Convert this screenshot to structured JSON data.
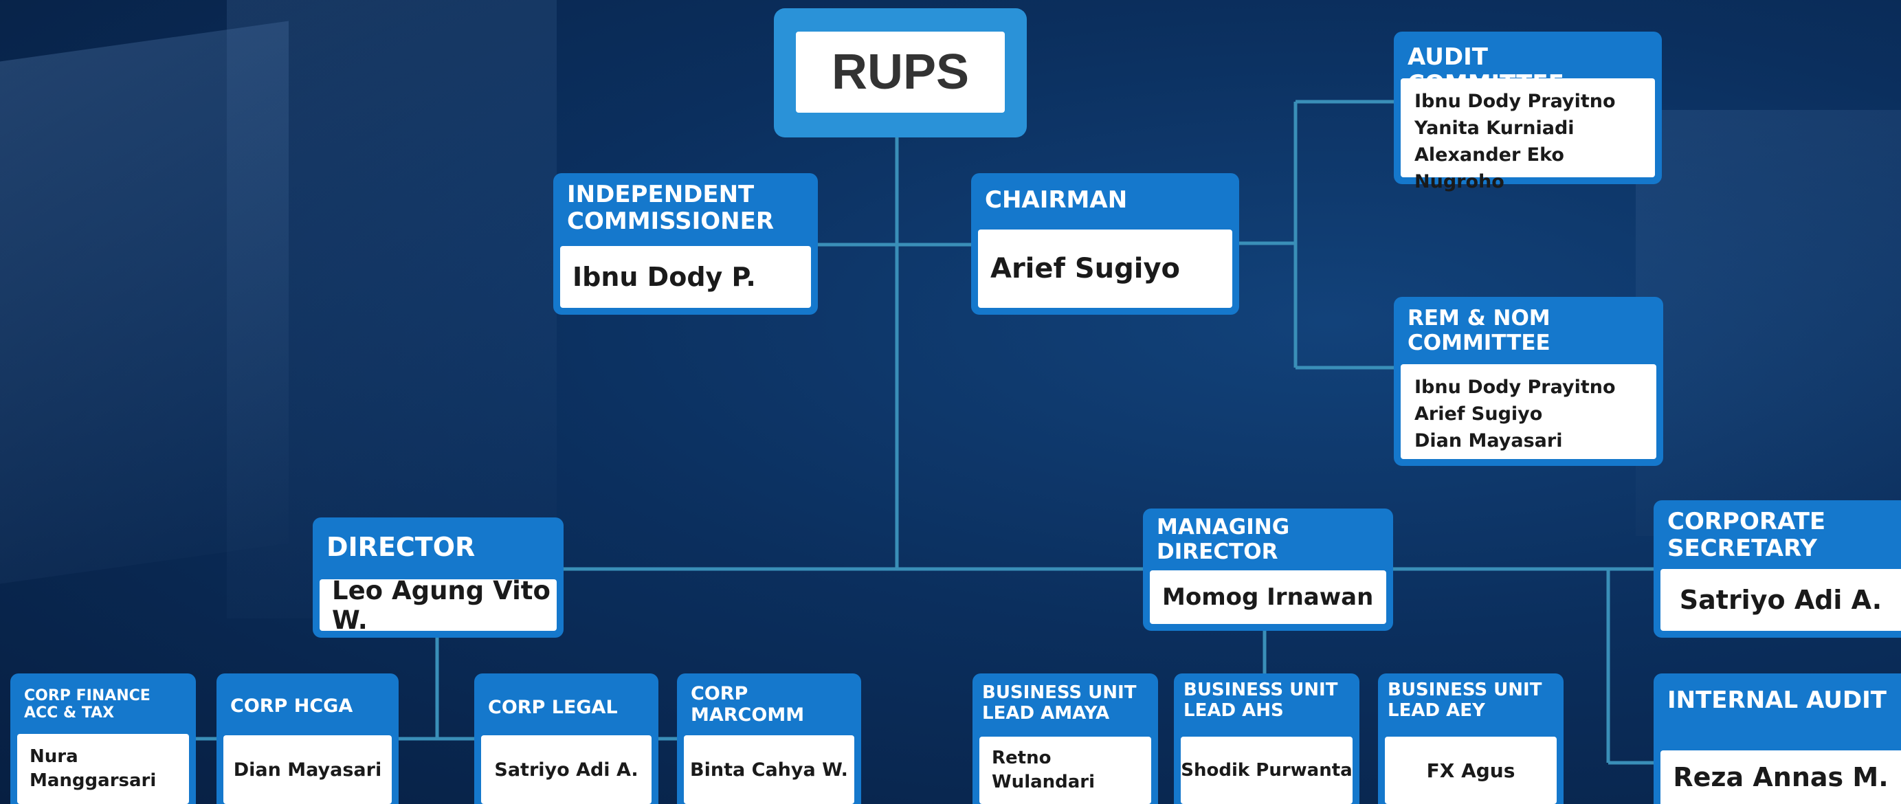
{
  "rups": {
    "label": "RUPS"
  },
  "independent_commissioner": {
    "title": "INDEPENDENT COMMISSIONER",
    "name": "Ibnu Dody P."
  },
  "chairman": {
    "title": "CHAIRMAN",
    "name": "Arief Sugiyo"
  },
  "audit_committee": {
    "title": "AUDIT COMMITTEE",
    "members": [
      "Ibnu Dody Prayitno",
      "Yanita Kurniadi",
      "Alexander Eko Nugroho"
    ]
  },
  "rem_nom_committee": {
    "title": "REM & NOM COMMITTEE",
    "members": [
      "Ibnu Dody Prayitno",
      "Arief Sugiyo",
      "Dian Mayasari"
    ]
  },
  "director": {
    "title": "DIRECTOR",
    "name": "Leo Agung Vito W."
  },
  "managing_director": {
    "title": "MANAGING DIRECTOR",
    "name": "Momog Irnawan"
  },
  "corporate_secretary": {
    "title": "CORPORATE SECRETARY",
    "name": "Satriyo Adi A."
  },
  "internal_audit": {
    "title": "INTERNAL AUDIT",
    "name": "Reza Annas M."
  },
  "corp_finance": {
    "title": "CORP FINANCE ACC & TAX",
    "name": "Nura Manggarsari"
  },
  "corp_hcga": {
    "title": "CORP HCGA",
    "name": "Dian Mayasari"
  },
  "corp_legal": {
    "title": "CORP LEGAL",
    "name": "Satriyo Adi A."
  },
  "corp_marcomm": {
    "title": "CORP MARCOMM",
    "name": "Binta Cahya W."
  },
  "bu_amaya": {
    "title": "BUSINESS UNIT LEAD AMAYA",
    "name": "Retno Wulandari"
  },
  "bu_ahs": {
    "title": "BUSINESS UNIT LEAD AHS",
    "name": "Shodik Purwanta"
  },
  "bu_aey": {
    "title": "BUSINESS UNIT LEAD AEY",
    "name": "FX Agus"
  },
  "colors": {
    "box": "#1578cc",
    "rups": "#2a92d8",
    "connector": "#3a8fb8",
    "background": "#0b2f5e"
  }
}
